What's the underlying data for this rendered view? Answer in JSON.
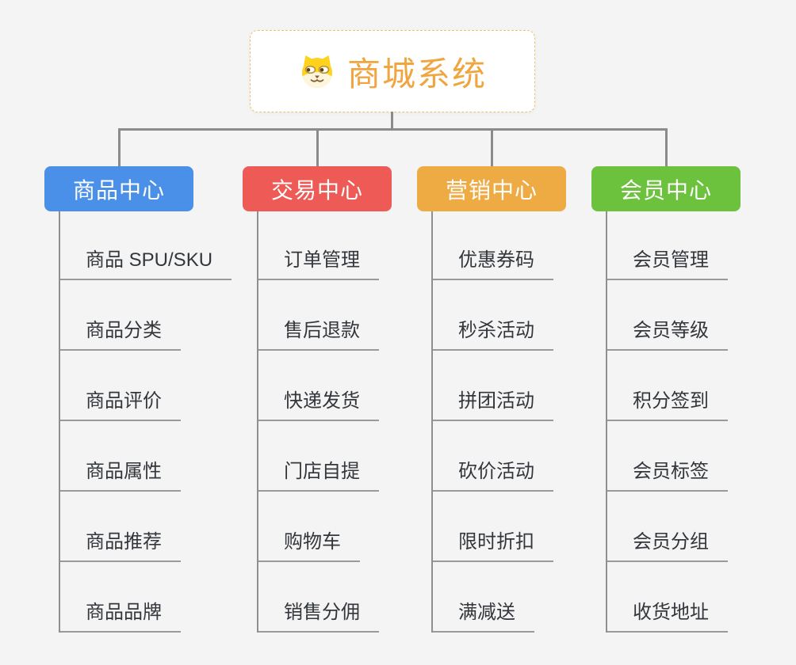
{
  "root": {
    "title": "商城系统",
    "icon": "dog-icon",
    "text_color": "#f0a53f",
    "border_color": "#f2c170"
  },
  "branches": [
    {
      "label": "商品中心",
      "color": "#4a90e8",
      "children": [
        "商品 SPU/SKU",
        "商品分类",
        "商品评价",
        "商品属性",
        "商品推荐",
        "商品品牌"
      ]
    },
    {
      "label": "交易中心",
      "color": "#ee5a55",
      "children": [
        "订单管理",
        "售后退款",
        "快递发货",
        "门店自提",
        "购物车",
        "销售分佣"
      ]
    },
    {
      "label": "营销中心",
      "color": "#eeab43",
      "children": [
        "优惠券码",
        "秒杀活动",
        "拼团活动",
        "砍价活动",
        "限时折扣",
        "满减送"
      ]
    },
    {
      "label": "会员中心",
      "color": "#6cc23d",
      "children": [
        "会员管理",
        "会员等级",
        "积分签到",
        "会员标签",
        "会员分组",
        "收货地址"
      ]
    }
  ],
  "colors": {
    "background": "#f4f4f4",
    "connector": "#8b8b8b",
    "underline": "#9a9a9a",
    "child_text": "#33363b"
  }
}
